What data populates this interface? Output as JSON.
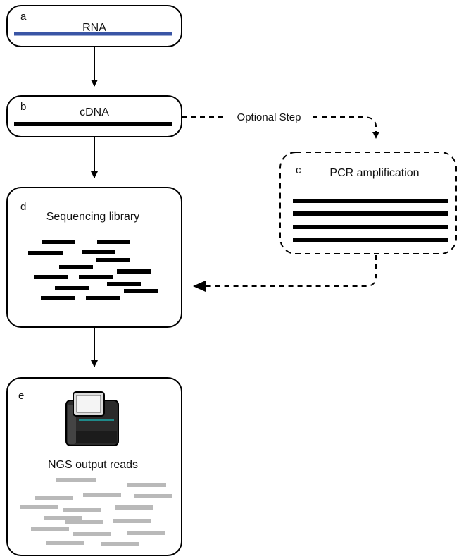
{
  "nodes": {
    "a": {
      "letter": "a",
      "title": "RNA"
    },
    "b": {
      "letter": "b",
      "title": "cDNA"
    },
    "c": {
      "letter": "c",
      "title": "PCR amplification"
    },
    "d": {
      "letter": "d",
      "title": "Sequencing library"
    },
    "e": {
      "letter": "e",
      "title": "NGS output reads"
    }
  },
  "edges": {
    "optional_label": "Optional Step"
  },
  "colors": {
    "rna_strand": "#3a55a5",
    "dna_strand": "#000000",
    "reads": "#b9b9b9",
    "device_accent": "#1f8a8a"
  },
  "icons": {
    "sequencer": "sequencer-machine-icon"
  }
}
